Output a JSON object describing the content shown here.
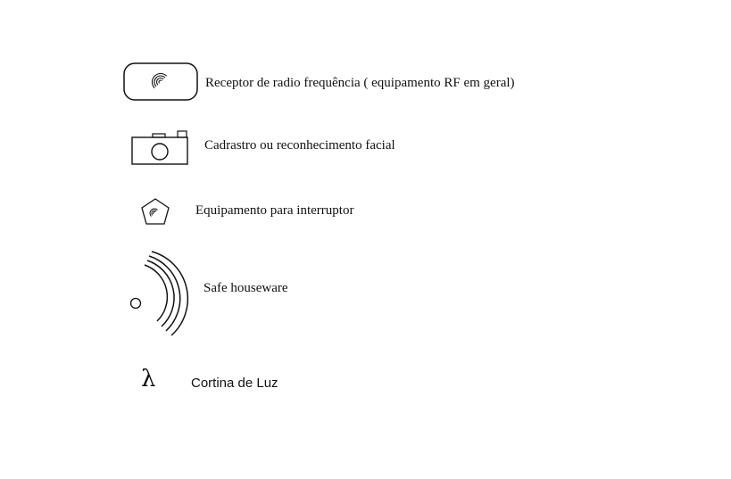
{
  "legend": {
    "items": [
      {
        "icon": "rf-receiver-icon",
        "label": "Receptor de radio frequência ( equipamento RF em geral)"
      },
      {
        "icon": "camera-icon",
        "label": "Cadrastro ou reconhecimento facial"
      },
      {
        "icon": "pentagon-wireless-icon",
        "label": "Equipamento para interruptor"
      },
      {
        "icon": "signal-waves-icon",
        "label": "Safe houseware"
      },
      {
        "icon": "lambda-icon",
        "symbol": "λ",
        "label": "Cortina de Luz"
      }
    ]
  }
}
